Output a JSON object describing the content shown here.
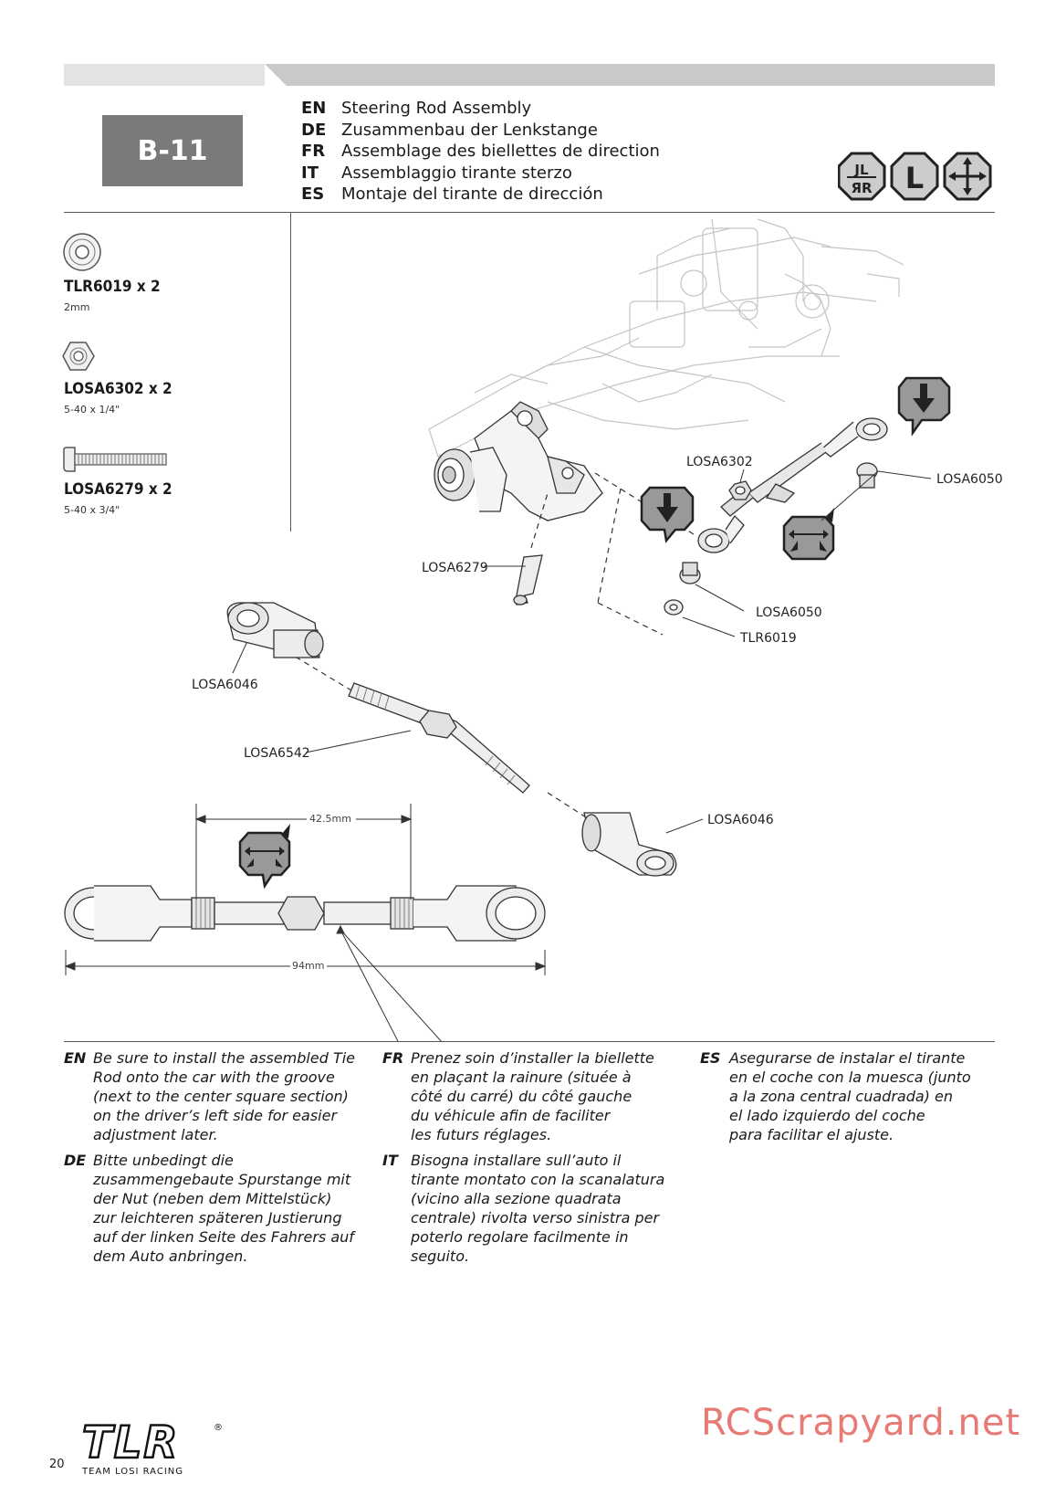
{
  "header": {
    "step": "B-11",
    "titles": [
      {
        "lang": "EN",
        "text": "Steering Rod Assembly"
      },
      {
        "lang": "DE",
        "text": "Zusammenbau der Lenkstange"
      },
      {
        "lang": "FR",
        "text": "Assemblage des biellettes de direction"
      },
      {
        "lang": "IT",
        "text": "Assemblaggio tirante sterzo"
      },
      {
        "lang": "ES",
        "text": "Montaje del tirante de dirección"
      }
    ],
    "icons": [
      "left-right-mirror-icon",
      "left-side-icon",
      "adjust-arrows-icon"
    ],
    "left_icon_letter": "L"
  },
  "parts": [
    {
      "id": "TLR6019 x 2",
      "size": "2mm",
      "icon": "washer-icon"
    },
    {
      "id": "LOSA6302 x 2",
      "size": "5-40 x 1/4\"",
      "icon": "locknut-icon"
    },
    {
      "id": "LOSA6279 x 2",
      "size": "5-40 x 3/4\"",
      "icon": "screw-icon"
    }
  ],
  "callouts": {
    "losa6302": "LOSA6302",
    "losa6050_top": "LOSA6050",
    "losa6279": "LOSA6279",
    "losa6050_bottom": "LOSA6050",
    "tlr6019": "TLR6019",
    "losa6046_left": "LOSA6046",
    "losa6542": "LOSA6542",
    "losa6046_right": "LOSA6046"
  },
  "dimensions": {
    "inner": "42.5mm",
    "overall": "94mm"
  },
  "instructions": [
    {
      "lang": "EN",
      "text": "Be sure to install the assembled Tie\nRod onto the car with the groove\n(next to the center square section)\non the driver’s left side for easier\nadjustment later."
    },
    {
      "lang": "DE",
      "text": "Bitte unbedingt die\nzusammengebaute Spurstange mit\nder Nut (neben dem Mittelstück)\nzur leichteren späteren Justierung\nauf der linken Seite des Fahrers auf\ndem Auto anbringen."
    },
    {
      "lang": "FR",
      "text": "Prenez soin d’installer la biellette\nen plaçant la rainure (située à\ncôté du carré) du côté gauche\ndu véhicule afin de faciliter\nles futurs réglages."
    },
    {
      "lang": "IT",
      "text": "Bisogna installare sull’auto il\ntirante montato con la scanalatura\n(vicino alla sezione quadrata\ncentrale) rivolta verso sinistra per\npoterlo regolare facilmente in\nseguito."
    },
    {
      "lang": "ES",
      "text": "Asegurarse de instalar el tirante\nen el coche con la muesca (junto\na la zona central cuadrada) en\nel lado izquierdo del coche\npara facilitar el ajuste."
    }
  ],
  "footer": {
    "page_number": "20",
    "brand": "TLR",
    "brand_sub": "TEAM LOSI RACING",
    "watermark": "RCScrapyard.net"
  }
}
